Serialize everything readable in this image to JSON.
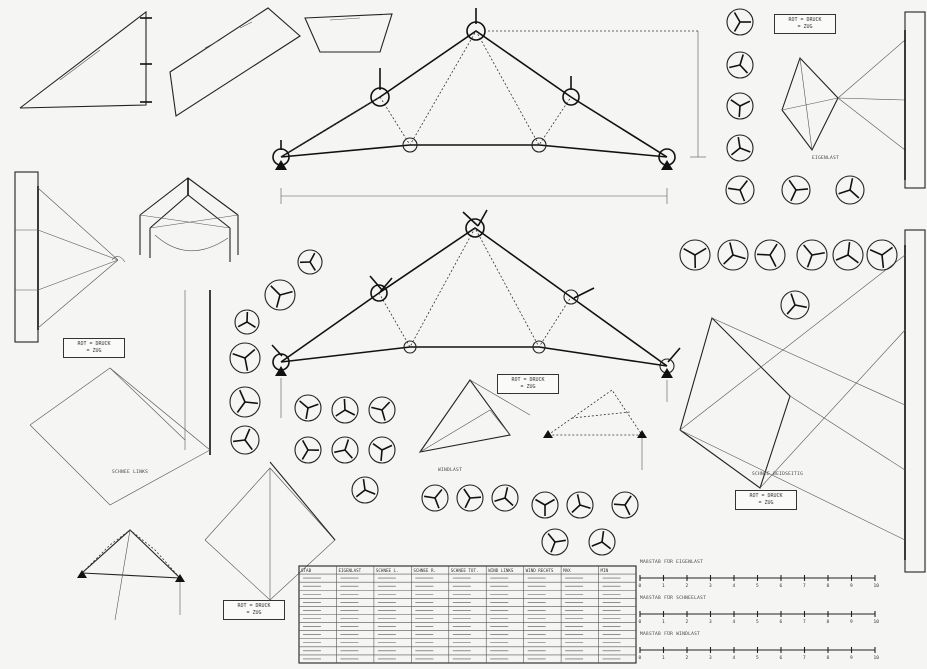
{
  "legends": [
    {
      "line1": "ROT = DRUCK",
      "line2": "= ZUG"
    },
    {
      "line1": "ROT = DRUCK",
      "line2": "= ZUG"
    },
    {
      "line1": "ROT = DRUCK",
      "line2": "= ZUG"
    },
    {
      "line1": "ROT = DRUCK",
      "line2": "= ZUG"
    },
    {
      "line1": "ROT = DRUCK",
      "line2": "= ZUG"
    }
  ],
  "captions": {
    "eigenlast": "EIGENLAST",
    "schnee_links": "SCHNEE LINKS",
    "windlast": "WINDLAST",
    "schnee_beidseitig": "SCHNEE BEIDSEITIG"
  },
  "scales": [
    {
      "title": "MAßSTAB FÜR EIGENLAST",
      "ticks": [
        "0",
        "1",
        "2",
        "3",
        "4",
        "5",
        "6",
        "7",
        "8",
        "9",
        "10"
      ]
    },
    {
      "title": "MAßSTAB FÜR SCHNEELAST",
      "ticks": [
        "0",
        "1",
        "2",
        "3",
        "4",
        "5",
        "6",
        "7",
        "8",
        "9",
        "10"
      ]
    },
    {
      "title": "MAßSTAB FÜR WINDLAST",
      "ticks": [
        "0",
        "1",
        "2",
        "3",
        "4",
        "5",
        "6",
        "7",
        "8",
        "9",
        "10"
      ]
    }
  ],
  "table": {
    "headers": [
      "STAB",
      "EIGENLAST",
      "SCHNEE L.",
      "SCHNEE R.",
      "SCHNEE TOT.",
      "WIND LINKS",
      "WIND RECHTS",
      "MAX",
      "MIN"
    ],
    "row_count": 11
  }
}
